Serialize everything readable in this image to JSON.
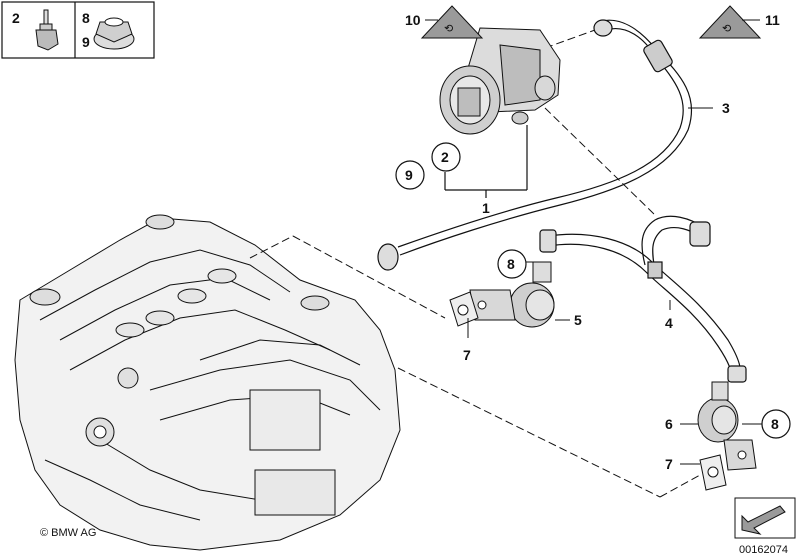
{
  "legend": {
    "items": [
      "2",
      "8",
      "9"
    ]
  },
  "callouts": [
    "10",
    "11",
    "3",
    "2",
    "9",
    "1",
    "8",
    "5",
    "7",
    "4",
    "6",
    "8",
    "7"
  ],
  "footer": {
    "copyright": "© BMW AG",
    "code": "00162074"
  },
  "colors": {
    "line": "#111111",
    "warning_fill": "#9a9a9a",
    "engine_fill": "#f2f2f2"
  },
  "icons": [
    "warning-triangle-icon",
    "arrow-icon"
  ]
}
